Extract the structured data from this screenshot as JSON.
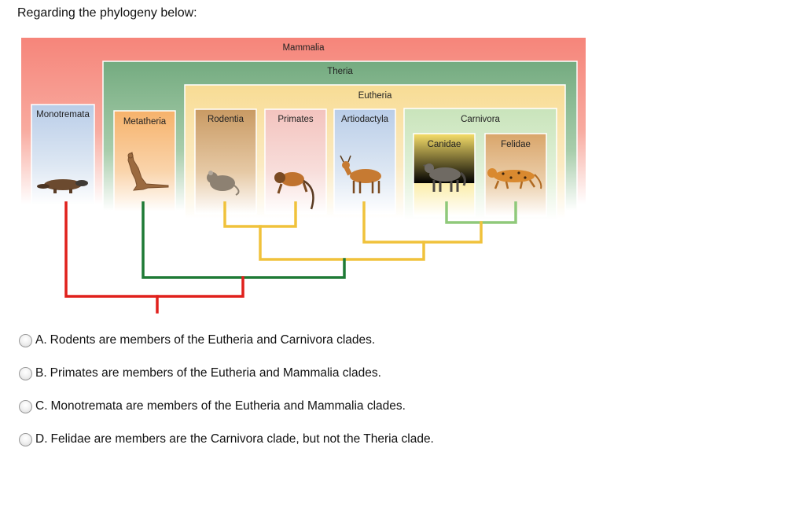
{
  "question": {
    "prompt": "Regarding the phylogeny below:"
  },
  "figure": {
    "clades": {
      "mammalia": "Mammalia",
      "theria": "Theria",
      "eutheria": "Eutheria",
      "carnivora": "Carnivora"
    },
    "groups": {
      "monotremata": "Monotremata",
      "metatheria": "Metatheria",
      "rodentia": "Rodentia",
      "primates": "Primates",
      "artiodactyla": "Artiodactyla",
      "canidae": "Canidae",
      "felidae": "Felidae"
    },
    "colors": {
      "mammalia": "#f6857a",
      "theria": "#7fb48b",
      "eutheria": "#f8df9c",
      "carnivora": "#cfe7c3",
      "branch_mammalia": "#e0201c",
      "branch_theria": "#1e7a35",
      "branch_eutheria": "#f0c23b",
      "branch_carnivora": "#8fc97a"
    },
    "animals": [
      "platypus-icon",
      "kangaroo-icon",
      "mouse-icon",
      "monkey-icon",
      "antelope-icon",
      "wolf-icon",
      "leopard-icon"
    ]
  },
  "options": [
    {
      "letter": "A.",
      "text": "Rodents are members of the Eutheria and Carnivora clades."
    },
    {
      "letter": "B.",
      "text": "Primates are members of the Eutheria and Mammalia clades."
    },
    {
      "letter": "C.",
      "text": "Monotremata are members of the Eutheria and Mammalia clades."
    },
    {
      "letter": "D.",
      "text": "Felidae are members are the Carnivora clade, but not the Theria clade."
    }
  ]
}
